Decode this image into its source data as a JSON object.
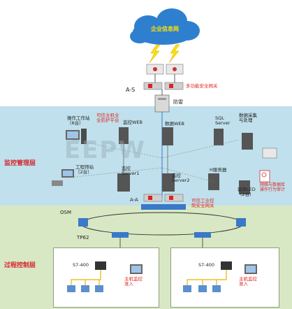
{
  "zones": {
    "mgmt_label": "监控管理层",
    "process_label": "过程控制层"
  },
  "cloud": {
    "label": "企业信息网"
  },
  "top": {
    "as_label": "A-S",
    "gateway_label": "多功能安全网关",
    "firewall_label": "防雷"
  },
  "mgmt": {
    "operator_label": "操作工作站\n（6台）",
    "host_protect_label": "可信主机全\n全防护平台",
    "monitor_web_label": "监控WEB",
    "data_web_label": "数据WEB",
    "sql_label": "SQL\nServer",
    "data_collect_label": "数据采集\n与处理",
    "eng_label": "工程师站\n（2台）",
    "server1_label": "监控\nServer1",
    "server2_label": "监控\nServer2",
    "hserver_label": "H服务器",
    "led_label": "装饰LED\n（2台）",
    "audit_label": "网络与数据库\n操作行为审计",
    "aa_label": "A-A",
    "ctrl_gw_label": "可信工业控\n制安全网关"
  },
  "process": {
    "osm_label": "OSM",
    "tp_label": "TP62",
    "s7_left": "S7-400",
    "s7_right": "S7-400",
    "host_left_label": "主机监控\n准入",
    "host_right_label": "主机监控\n准入"
  },
  "watermark": "EEPW",
  "colors": {
    "mgmt_bg": "#bfe0ec",
    "process_bg": "#d8e8c4",
    "accent_red": "#e0261f",
    "cloud": "#2f7fcf",
    "bus_blue": "#3a78c8"
  },
  "icons": [
    "cloud-icon",
    "lightning-icon",
    "router-icon",
    "gateway-icon",
    "firewall-icon",
    "server-icon",
    "workstation-icon",
    "switch-icon",
    "plc-icon",
    "io-module-icon",
    "audit-icon"
  ]
}
